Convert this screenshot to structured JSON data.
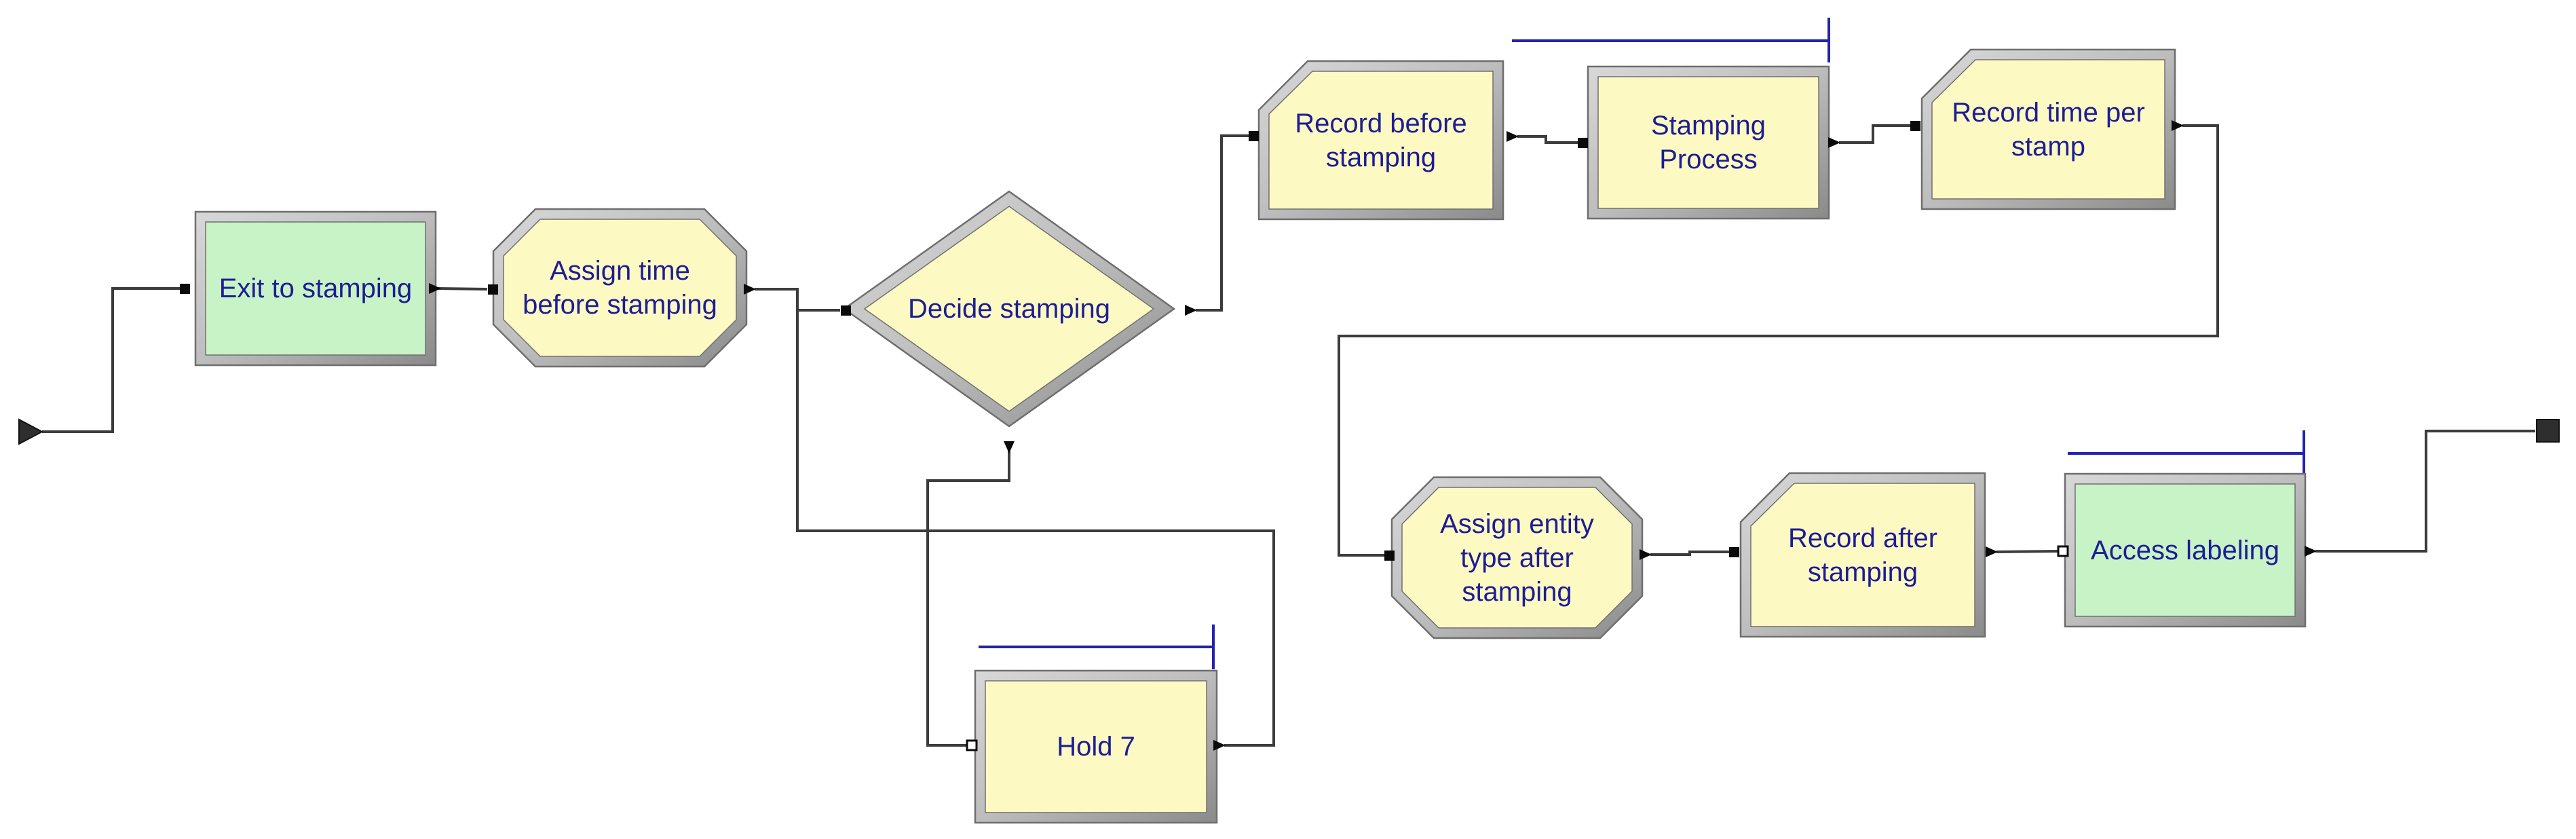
{
  "app": {
    "type": "simulation-model-flowchart",
    "background": "#FFFFFF"
  },
  "colors": {
    "module_yellow": "#FCF9C3",
    "module_green": "#C8F3C6",
    "label_navy": "#1D1D94",
    "queue_blue": "#2323B0",
    "connector_gray": "#3C3C3C",
    "frame_light": "#D8D8D8",
    "frame_mid": "#BDBDBD",
    "frame_dark": "#8A8A8A",
    "terminal_black": "#2E2E2E"
  },
  "modules": [
    {
      "id": "exit-to-stamping",
      "type": "station",
      "label": "Exit to stamping",
      "fill": "green",
      "queue_line": false
    },
    {
      "id": "assign-time-before-stamping",
      "type": "assign",
      "label": "Assign time\nbefore stamping",
      "fill": "yellow",
      "queue_line": false
    },
    {
      "id": "decide-stamping",
      "type": "decide",
      "label": "Decide stamping",
      "fill": "yellow",
      "queue_line": false
    },
    {
      "id": "record-before-stamping",
      "type": "record",
      "label": "Record before\nstamping",
      "fill": "yellow",
      "queue_line": false
    },
    {
      "id": "stamping-process",
      "type": "process",
      "label": "Stamping\nProcess",
      "fill": "yellow",
      "queue_line": true
    },
    {
      "id": "record-time-per-stamp",
      "type": "record",
      "label": "Record time per\nstamp",
      "fill": "yellow",
      "queue_line": false
    },
    {
      "id": "assign-entity-type-after-stamping",
      "type": "assign",
      "label": "Assign entity\ntype after\nstamping",
      "fill": "yellow",
      "queue_line": false
    },
    {
      "id": "record-after-stamping",
      "type": "record",
      "label": "Record after\nstamping",
      "fill": "yellow",
      "queue_line": false
    },
    {
      "id": "access-labeling",
      "type": "station",
      "label": "Access labeling",
      "fill": "green",
      "queue_line": true
    },
    {
      "id": "hold-7",
      "type": "hold",
      "label": "Hold 7",
      "fill": "yellow",
      "queue_line": true
    }
  ],
  "flow": {
    "start_marker": "flow-start-arrow",
    "end_marker": "flow-end-square",
    "branches": [
      "start > exit-to-stamping > assign-time-before-stamping > decide-stamping",
      "decide-stamping(right) > record-before-stamping > stamping-process > record-time-per-stamp > assign-entity-type-after-stamping > record-after-stamping > access-labeling > end",
      "decide-stamping(bottom) > hold-7 > decide-stamping"
    ]
  }
}
